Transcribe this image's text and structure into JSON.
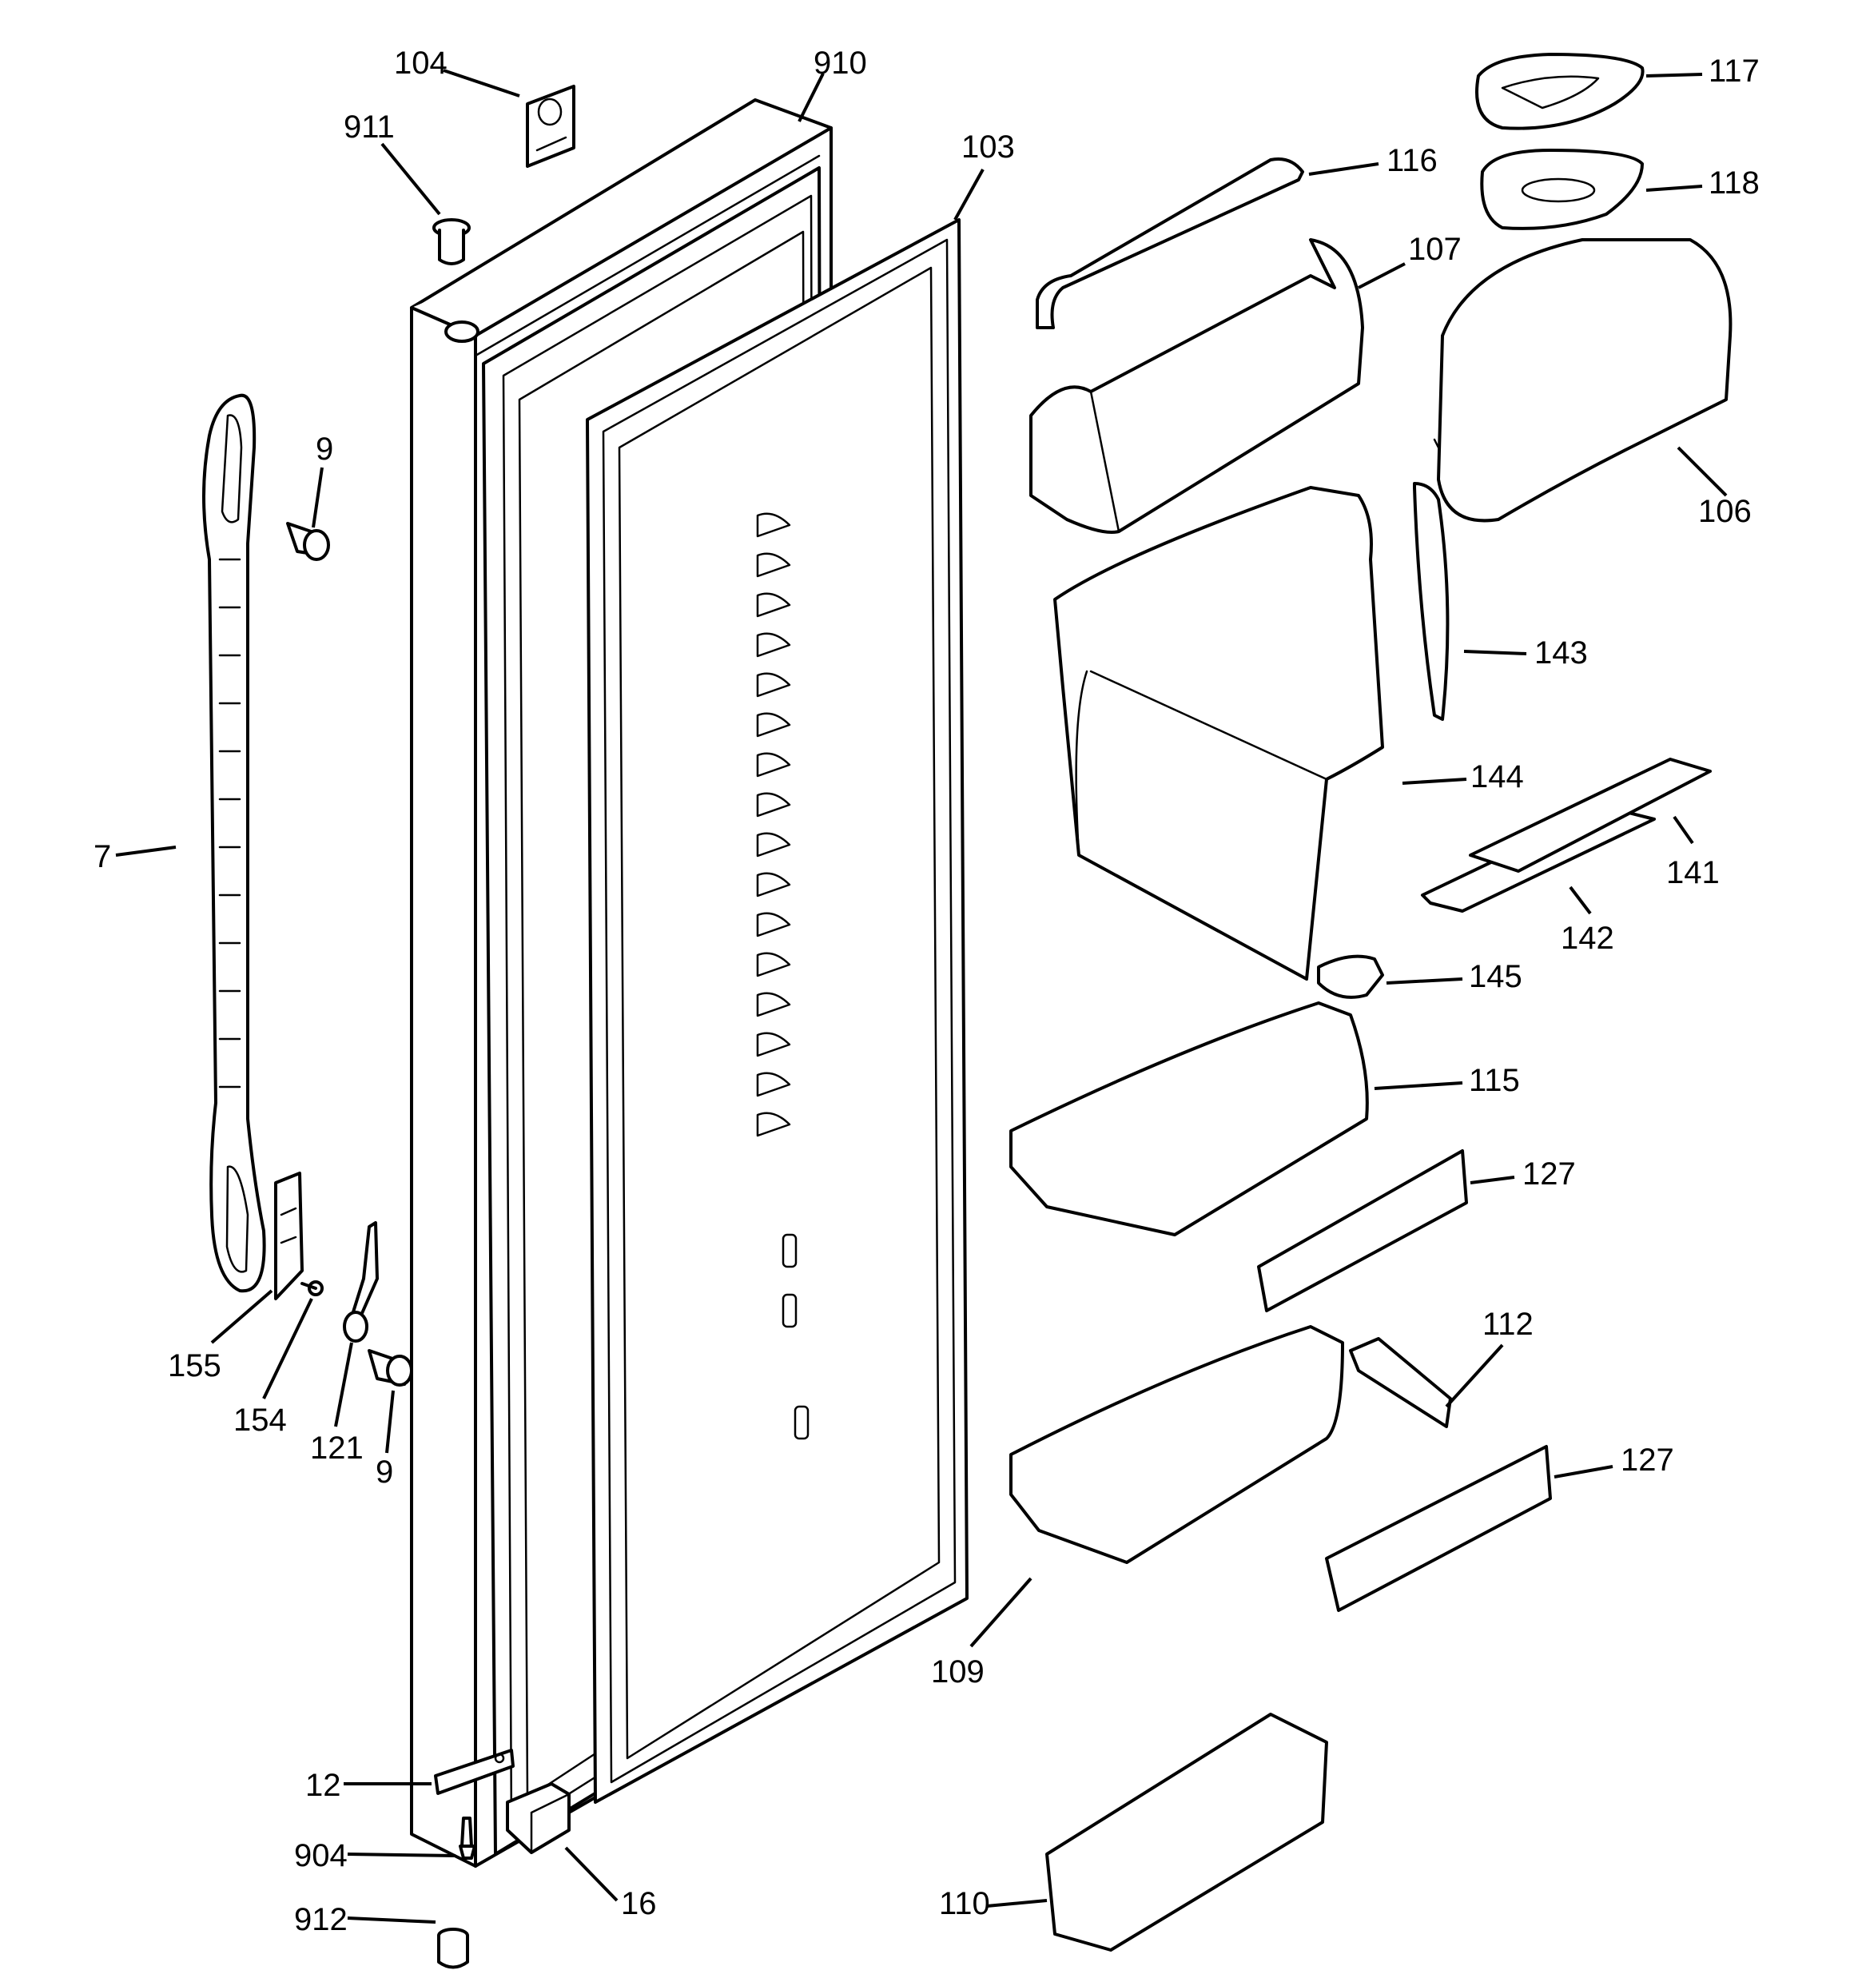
{
  "diagram": {
    "colors": {
      "line": "#000000",
      "background": "#ffffff"
    },
    "callouts": [
      {
        "id": "c104",
        "text": "104"
      },
      {
        "id": "c910",
        "text": "910"
      },
      {
        "id": "c911",
        "text": "911"
      },
      {
        "id": "c103",
        "text": "103"
      },
      {
        "id": "c9a",
        "text": "9"
      },
      {
        "id": "c7",
        "text": "7"
      },
      {
        "id": "c155",
        "text": "155"
      },
      {
        "id": "c154",
        "text": "154"
      },
      {
        "id": "c121",
        "text": "121"
      },
      {
        "id": "c9b",
        "text": "9"
      },
      {
        "id": "c12",
        "text": "12"
      },
      {
        "id": "c904",
        "text": "904"
      },
      {
        "id": "c912",
        "text": "912"
      },
      {
        "id": "c16",
        "text": "16"
      },
      {
        "id": "c117",
        "text": "117"
      },
      {
        "id": "c118",
        "text": "118"
      },
      {
        "id": "c116",
        "text": "116"
      },
      {
        "id": "c107",
        "text": "107"
      },
      {
        "id": "c106",
        "text": "106"
      },
      {
        "id": "c143",
        "text": "143"
      },
      {
        "id": "c144",
        "text": "144"
      },
      {
        "id": "c141",
        "text": "141"
      },
      {
        "id": "c142",
        "text": "142"
      },
      {
        "id": "c145",
        "text": "145"
      },
      {
        "id": "c115",
        "text": "115"
      },
      {
        "id": "c127a",
        "text": "127"
      },
      {
        "id": "c112",
        "text": "112"
      },
      {
        "id": "c127b",
        "text": "127"
      },
      {
        "id": "c109",
        "text": "109"
      },
      {
        "id": "c110",
        "text": "110"
      }
    ]
  }
}
